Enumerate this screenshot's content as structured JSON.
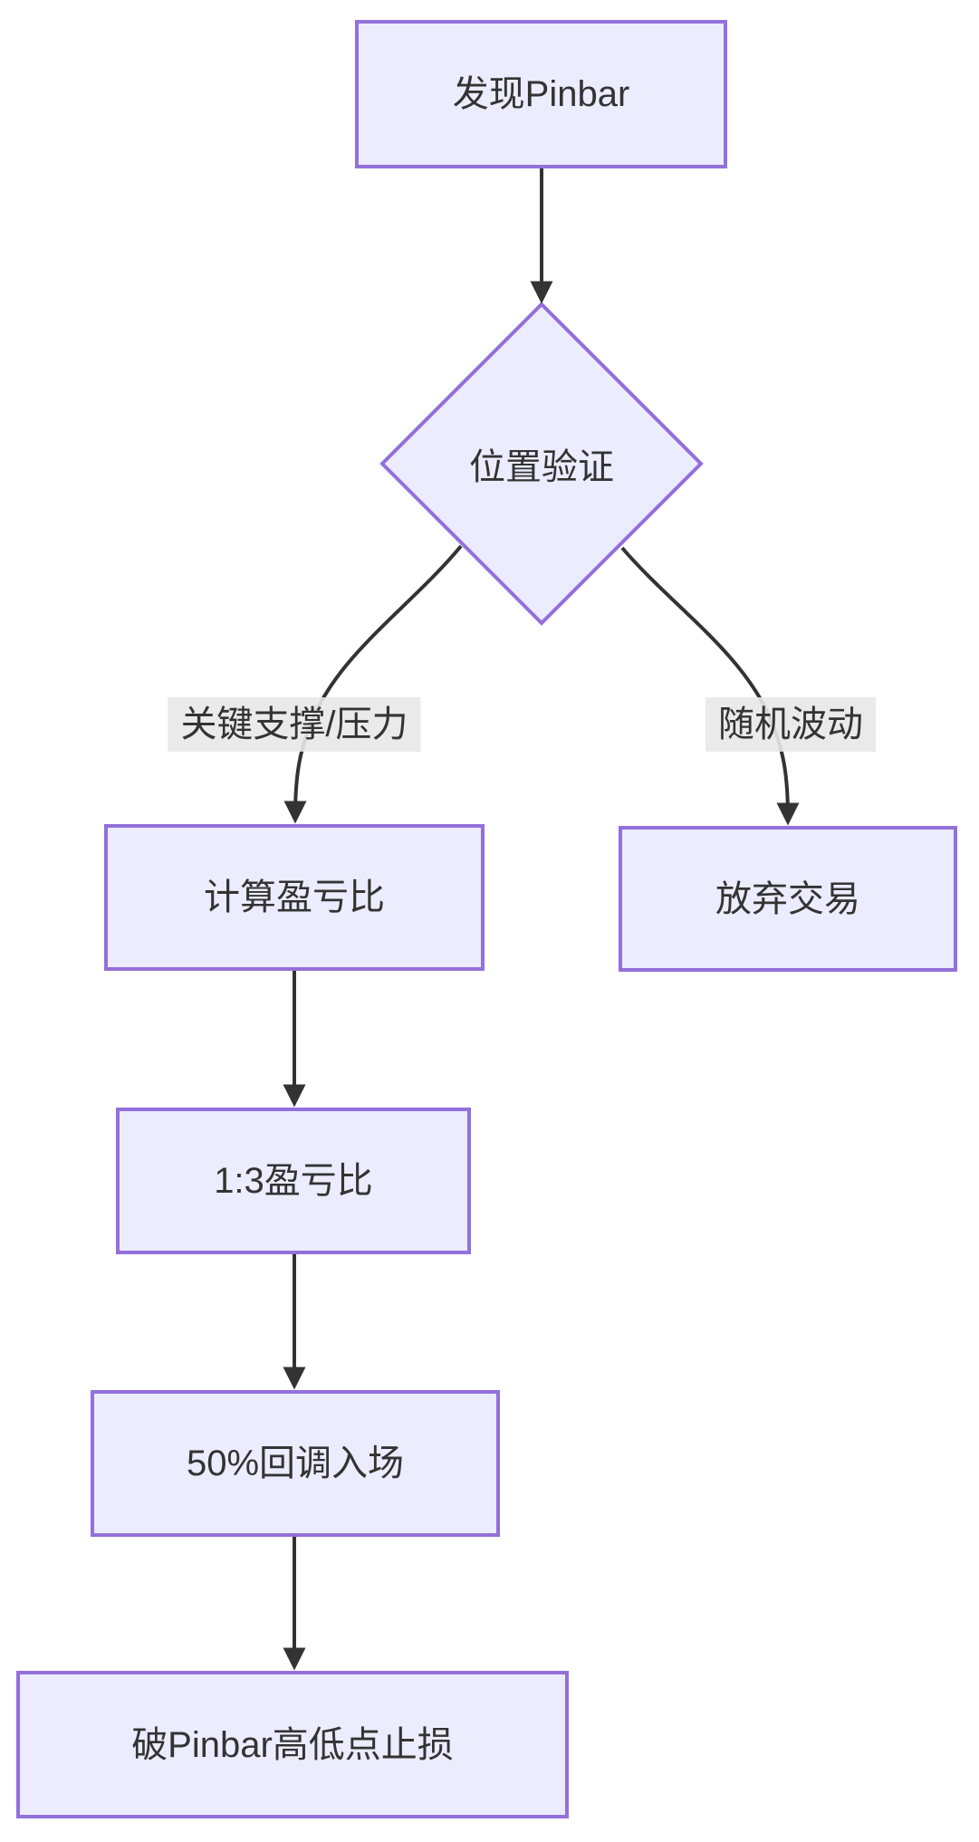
{
  "diagram": {
    "type": "flowchart",
    "direction": "top-down",
    "colors": {
      "node_fill": "#ECECFF",
      "node_border": "#9370DB",
      "edge_line": "#333333",
      "text": "#333333",
      "edge_label_bg": "#e8e8e8",
      "background": "#ffffff"
    },
    "nodes": [
      {
        "id": "discover",
        "shape": "rectangle",
        "label": "发现Pinbar"
      },
      {
        "id": "verify",
        "shape": "diamond",
        "label": "位置验证"
      },
      {
        "id": "calc",
        "shape": "rectangle",
        "label": "计算盈亏比"
      },
      {
        "id": "abandon",
        "shape": "rectangle",
        "label": "放弃交易"
      },
      {
        "id": "ratio",
        "shape": "rectangle",
        "label": "1:3盈亏比"
      },
      {
        "id": "entry",
        "shape": "rectangle",
        "label": "50%回调入场"
      },
      {
        "id": "stop",
        "shape": "rectangle",
        "label": "破Pinbar高低点止损"
      }
    ],
    "edges": [
      {
        "from": "discover",
        "to": "verify",
        "label": ""
      },
      {
        "from": "verify",
        "to": "calc",
        "label": "关键支撑/压力"
      },
      {
        "from": "verify",
        "to": "abandon",
        "label": "随机波动"
      },
      {
        "from": "calc",
        "to": "ratio",
        "label": ""
      },
      {
        "from": "ratio",
        "to": "entry",
        "label": ""
      },
      {
        "from": "entry",
        "to": "stop",
        "label": ""
      }
    ]
  }
}
